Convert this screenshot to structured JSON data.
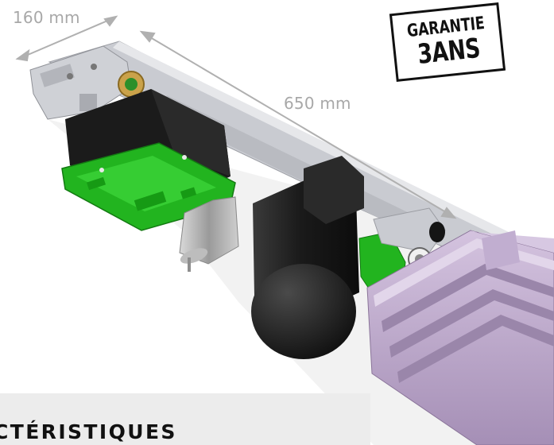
{
  "dimensions": {
    "width_label": "160 mm",
    "length_label": "650 mm"
  },
  "badge": {
    "line1": "GARANTIE",
    "line2": "3ANS"
  },
  "section": {
    "heading": "CTÉRISTIQUES"
  },
  "colors": {
    "pcb_green": "#22b41f",
    "profile_purple": "#b4a0c2",
    "motor_black": "#1c1c1c",
    "frame_grey": "#c9cbd1",
    "dimension_grey": "#a8a8a8",
    "panel_grey": "#ececec"
  }
}
